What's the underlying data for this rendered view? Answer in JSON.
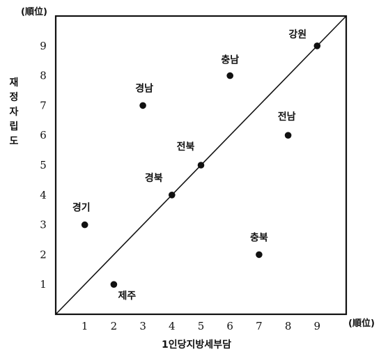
{
  "chart_data": {
    "type": "scatter",
    "title": "",
    "xlabel": "1인당지방세부담",
    "ylabel": "재정자립도",
    "x_unit": "(順位)",
    "y_unit": "(順位)",
    "xlim": [
      0,
      10
    ],
    "ylim": [
      0,
      10
    ],
    "x_ticks": [
      1,
      2,
      3,
      4,
      5,
      6,
      7,
      8,
      9
    ],
    "y_ticks": [
      1,
      2,
      3,
      4,
      5,
      6,
      7,
      8,
      9
    ],
    "grid": false,
    "legend": "none",
    "diagonal_line": true,
    "points": [
      {
        "label": "강원",
        "x": 9,
        "y": 9
      },
      {
        "label": "충남",
        "x": 6,
        "y": 8
      },
      {
        "label": "경남",
        "x": 3,
        "y": 7
      },
      {
        "label": "전남",
        "x": 8,
        "y": 6
      },
      {
        "label": "전북",
        "x": 5,
        "y": 5
      },
      {
        "label": "경북",
        "x": 4,
        "y": 4
      },
      {
        "label": "경기",
        "x": 1,
        "y": 3
      },
      {
        "label": "충북",
        "x": 7,
        "y": 2
      },
      {
        "label": "제주",
        "x": 2,
        "y": 1
      }
    ],
    "colors": {
      "ink": "#111111",
      "background": "#ffffff"
    }
  }
}
